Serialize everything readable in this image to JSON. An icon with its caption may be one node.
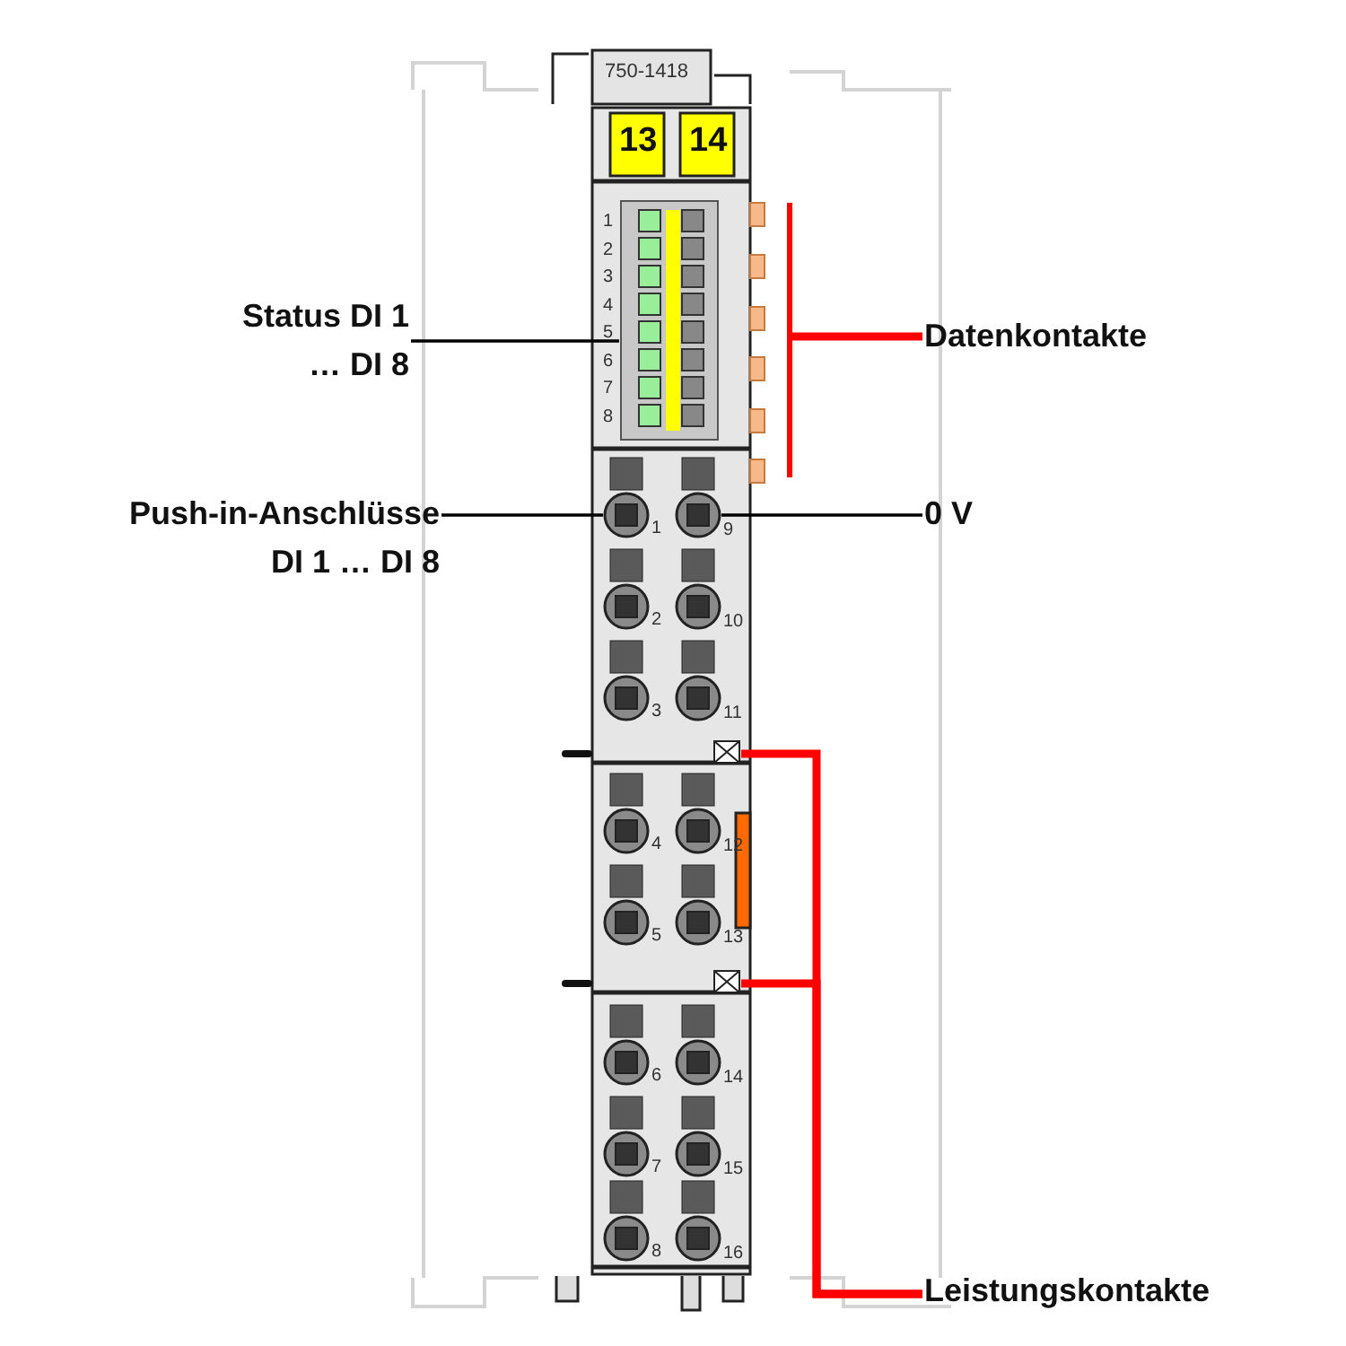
{
  "diagram": {
    "nodes": [
      {
        "text": [
          "Status DI 1 … DI 8"
        ]
      },
      {
        "text": [],
        "shape": "box",
        "beside": [
          "1",
          "2",
          "3",
          "4",
          "5",
          "6",
          "7",
          "8"
        ]
      },
      {
        "text": [
          "Push-in-Anschlüsse DI 1 … DI 8"
        ]
      },
      {
        "text": [],
        "shape": "circle"
      },
      {
        "text": [
          "0 V"
        ]
      },
      {
        "text": [],
        "shape": "circle"
      },
      {
        "text": [
          "Datenkontakte"
        ]
      },
      {
        "text": [],
        "shape": "bar"
      },
      {
        "text": [
          "Leistungskontakte"
        ]
      },
      {
        "text": [],
        "shape": "box"
      },
      {
        "text": [],
        "shape": "box"
      },
      {
        "text": [],
        "shape": "circle"
      },
      {
        "text": [],
        "shape": "circle"
      },
      {
        "text": [],
        "shape": "circle"
      },
      {
        "text": [],
        "shape": "circle"
      },
      {
        "text": [],
        "shape": "circle"
      },
      {
        "text": [],
        "shape": "circle"
      },
      {
        "text": [],
        "shape": "circle"
      },
      {
        "text": [],
        "shape": "circle"
      },
      {
        "text": [],
        "shape": "circle"
      },
      {
        "text": [],
        "shape": "circle"
      },
      {
        "text": [],
        "shape": "circle"
      },
      {
        "text": [],
        "shape": "circle"
      },
      {
        "text": [],
        "shape": "circle"
      },
      {
        "text": [],
        "shape": "circle"
      }
    ],
    "edges": [
      {
        "from": 0,
        "to": 1,
        "arrow": "none"
      },
      {
        "from": 2,
        "to": 3,
        "arrow": "none"
      },
      {
        "from": 4,
        "to": 5,
        "arrow": "none"
      },
      {
        "from": 6,
        "to": 7,
        "arrow": "none",
        "style": "thick",
        "color": "#ff0000"
      },
      {
        "from": 8,
        "to": 9,
        "arrow": "none",
        "style": "thick",
        "color": "#ff0000"
      },
      {
        "from": 8,
        "to": 10,
        "arrow": "none",
        "style": "thick",
        "color": "#ff0000"
      }
    ],
    "labels": [
      "750-1418",
      "13",
      "14",
      "1",
      "9",
      "2",
      "10",
      "3",
      "11",
      "4",
      "12",
      "5",
      "13",
      "6",
      "14",
      "7",
      "15",
      "8",
      "16"
    ]
  }
}
